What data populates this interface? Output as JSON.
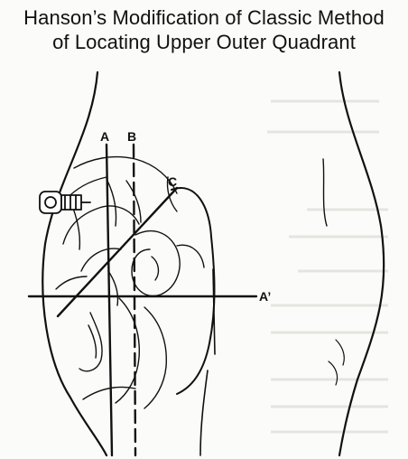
{
  "title": {
    "line1": "Hanson’s Modification of Classic Method",
    "line2": "of Locating Upper Outer Quadrant"
  },
  "labels": {
    "a": "A",
    "b": "B",
    "c": "C",
    "a_prime": "A’"
  },
  "colors": {
    "ink": "#111111",
    "paper": "#fbfbf9",
    "background_text": "#d9d9d6"
  }
}
